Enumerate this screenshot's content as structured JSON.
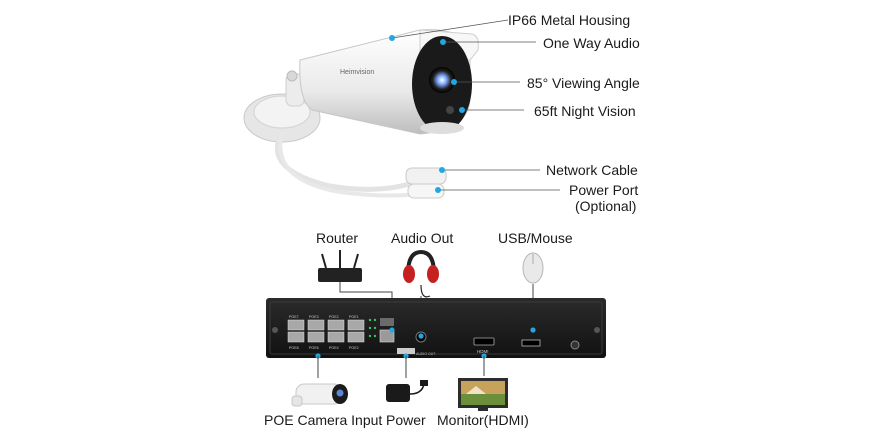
{
  "camera": {
    "brand": "Heimvision",
    "callouts": [
      {
        "id": "housing",
        "label": "IP66 Metal Housing"
      },
      {
        "id": "audio",
        "label": "One Way Audio"
      },
      {
        "id": "angle",
        "label": "85° Viewing Angle"
      },
      {
        "id": "night",
        "label": "65ft Night Vision"
      },
      {
        "id": "network",
        "label": "Network Cable"
      },
      {
        "id": "power",
        "label": "Power Port"
      },
      {
        "id": "power-optional",
        "label": "(Optional)"
      }
    ]
  },
  "nvr": {
    "top_devices": [
      {
        "id": "router",
        "label": "Router"
      },
      {
        "id": "audio-out",
        "label": "Audio Out"
      },
      {
        "id": "usb",
        "label": "USB/Mouse"
      }
    ],
    "bottom_devices": [
      {
        "id": "poe-camera",
        "label": "POE Camera Input"
      },
      {
        "id": "power",
        "label": "Power"
      },
      {
        "id": "monitor",
        "label": "Monitor(HDMI)"
      }
    ],
    "port_labels_top": [
      "POE7",
      "POE3",
      "POE2",
      "POE1"
    ],
    "port_labels_bottom": [
      "POE8",
      "POE6",
      "POE4",
      "POE2"
    ],
    "hdmi_label": "HDMI",
    "audio_label": "AUDIO OUT"
  },
  "colors": {
    "callout_dot": "#22a7e0",
    "callout_line": "#555555",
    "nvr_body": "#1b1b1b",
    "camera_body": "#f1f1f1"
  }
}
